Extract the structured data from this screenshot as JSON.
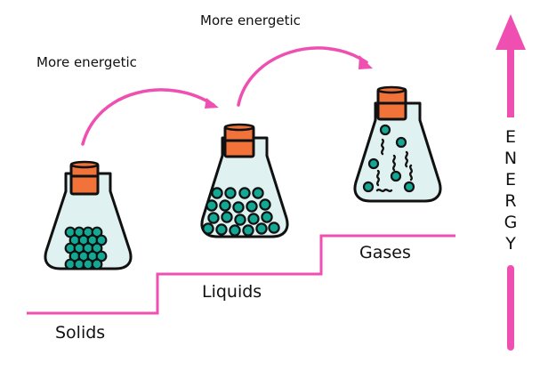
{
  "diagram": {
    "title": "States of matter and energy",
    "transitions": [
      {
        "label": "More energetic",
        "from": "Solids",
        "to": "Liquids"
      },
      {
        "label": "More energetic",
        "from": "Liquids",
        "to": "Gases"
      }
    ],
    "states": [
      {
        "name": "Solids",
        "particle_arrangement": "tightly packed lattice"
      },
      {
        "name": "Liquids",
        "particle_arrangement": "closely packed, random"
      },
      {
        "name": "Gases",
        "particle_arrangement": "spread out, moving freely"
      }
    ],
    "energy_axis": {
      "label": "ENERGY",
      "letters": [
        "E",
        "N",
        "E",
        "R",
        "G",
        "Y"
      ],
      "direction": "up"
    }
  },
  "colors": {
    "accent": "#ee4fb0",
    "stopper": "#f2733a",
    "flask_fill": "#dff1f0",
    "particle": "#13a894",
    "outline": "#111111"
  }
}
